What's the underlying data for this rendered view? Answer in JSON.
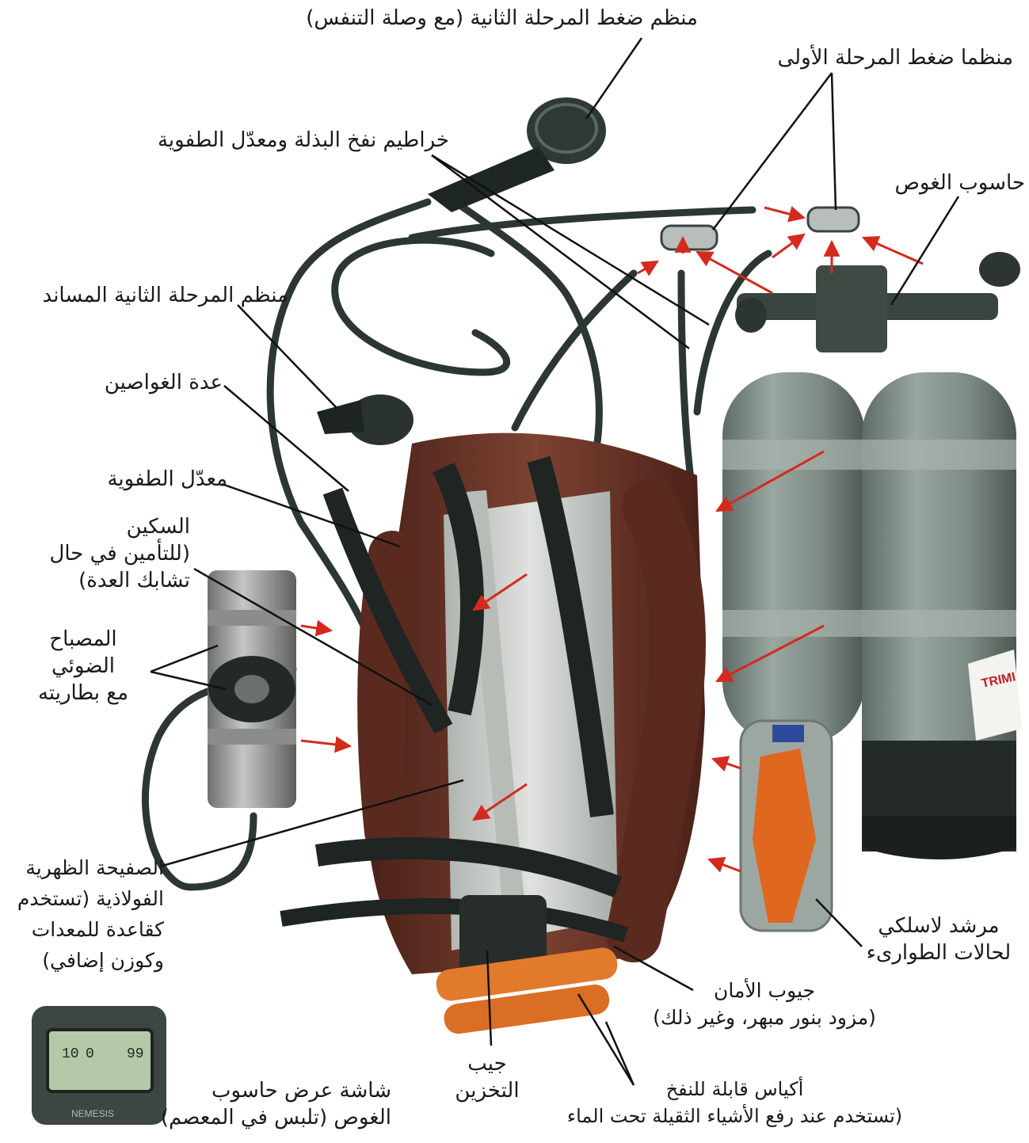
{
  "labels": {
    "second_stage": "منظم ضغط المرحلة الثانية (مع وصلة التنفس)",
    "first_stage": "منظما ضغط المرحلة الأولى",
    "hoses": "خراطيم نفخ البذلة ومعدّل الطفوية",
    "dive_computer": "حاسوب الغوص",
    "octopus": "منظم المرحلة الثانية المساند",
    "harness": "عدة الغواصين",
    "bcd": "معدّل الطفوية",
    "knife": [
      "السكين",
      "(للتأمين في حال",
      "تشابك العدة)"
    ],
    "torch": [
      "المصباح",
      "الضوئي",
      "مع بطاريته"
    ],
    "backplate": [
      "الصفيحة الظهرية",
      "الفولاذية (تستخدم",
      "كقاعدة للمعدات",
      "وكوزن إضافي)"
    ],
    "beacon": [
      "مرشد لاسلكي",
      "لحالات الطوارىء"
    ],
    "safety_pockets": [
      "جيوب الأمان",
      "(مزود بنور مبهر، وغير ذلك)"
    ],
    "storage_pocket": [
      "جيب",
      "التخزين"
    ],
    "lift_bags": [
      "أكياس قابلة للنفخ",
      "(تستخدم عند رفع الأشياء الثقيلة تحت الماء"
    ],
    "computer_display": [
      "شاشة عرض حاسوب",
      "الغوص (تلبس في المعصم)"
    ]
  },
  "decals": {
    "tank_label": "TRIMI",
    "computer_brand": "NEMESIS",
    "display_values": [
      "10",
      "0",
      "99"
    ]
  },
  "colors": {
    "tank": "#7f8c86",
    "bcd": "#6b3527",
    "hose": "#2c3733",
    "arrow": "#d42a1e",
    "leader": "#111111",
    "backplate": "#c9ccc9"
  }
}
